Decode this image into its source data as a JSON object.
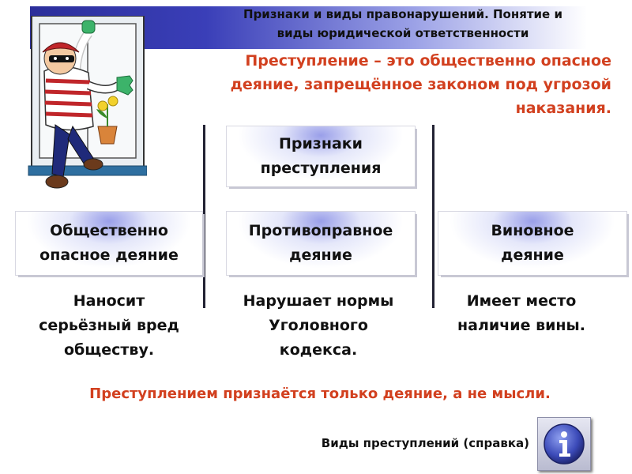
{
  "header": {
    "title_line1": "Признаки и виды правонарушений. Понятие и",
    "title_line2": "виды юридической ответственности"
  },
  "definition": {
    "line1": "Преступление – это общественно опасное",
    "line2": "деяние, запрещённое законом под угрозой",
    "line3": "наказания."
  },
  "signs_box": {
    "line1": "Признаки",
    "line2": "преступления"
  },
  "features": [
    {
      "title_line1": "Общественно",
      "title_line2": "опасное деяние",
      "desc_line1": "Наносит",
      "desc_line2": "серьёзный вред",
      "desc_line3": "обществу."
    },
    {
      "title_line1": "Противоправное",
      "title_line2": "деяние",
      "desc_line1": "Нарушает нормы",
      "desc_line2": "Уголовного",
      "desc_line3": "кодекса."
    },
    {
      "title_line1": "Виновное",
      "title_line2": "деяние",
      "desc_line1": "Имеет место",
      "desc_line2": "наличие вины.",
      "desc_line3": ""
    }
  ],
  "conclusion": "Преступлением признаётся только деяние, а не мысли.",
  "reference_link": "Виды преступлений (справка)",
  "info_icon": "info-icon",
  "colors": {
    "accent_red": "#d2401f",
    "header_blue": "#2b2e9a"
  }
}
